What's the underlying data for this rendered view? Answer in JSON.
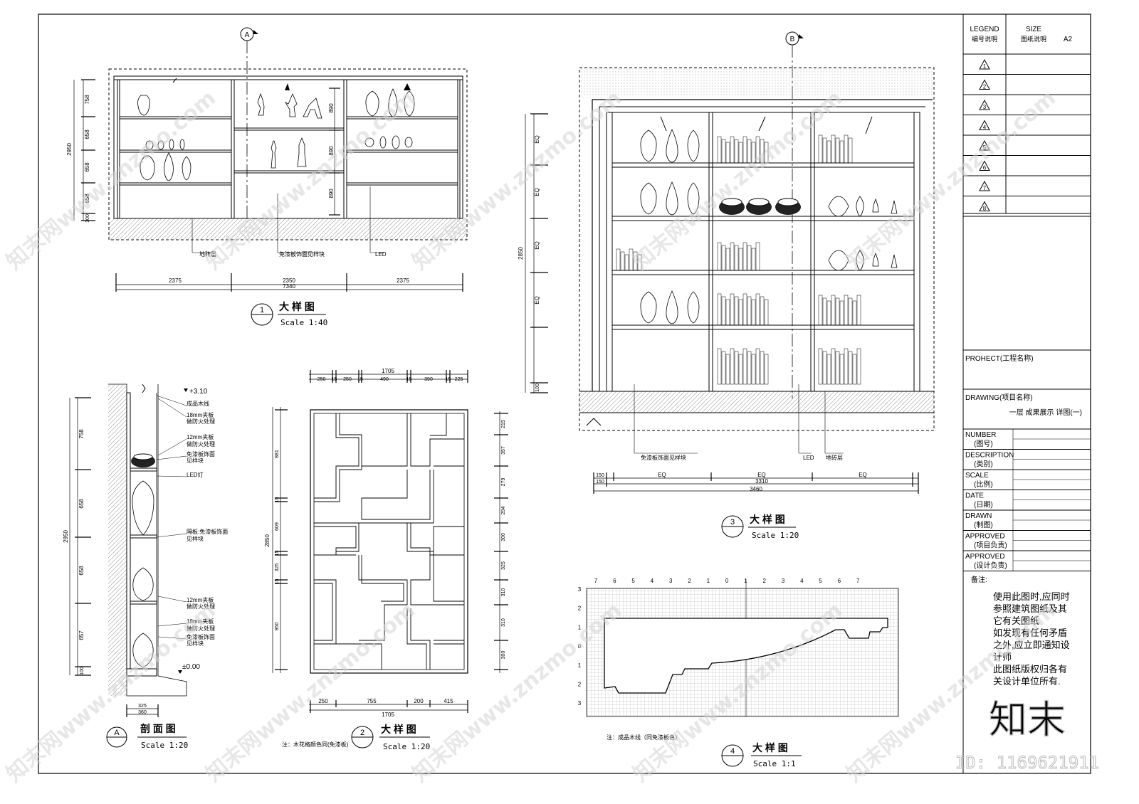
{
  "watermarks": [
    "知末网www.znzmo.com",
    "知末网www.znzmo.com",
    "知末网www.znzmo.com",
    "知末网www.znzmo.com",
    "知末网www.znzmo.com",
    "知末网www.znzmo.com",
    "知末网www.znzmo.com",
    "知末网www.znzmo.com",
    "知末网www.znzmo.com",
    "知末网www.znzmo.com"
  ],
  "brand": {
    "logo_text": "知末",
    "id_text": "ID: 1169621911"
  },
  "title_block": {
    "legend": "LEGEND",
    "legend_cn": "编号说明",
    "size": "SIZE",
    "size_cn": "图纸说明",
    "size_val": "A2",
    "legend_rows": [
      "1",
      "2",
      "3",
      "4",
      "5",
      "6",
      "7",
      "8"
    ],
    "project": "PROHECT(工程名称)",
    "drawing": "DRAWING(项目名称)",
    "drawing_name": "一层 成果展示 详图(一)",
    "fields": [
      {
        "en": "NUMBER",
        "cn": "(图号)"
      },
      {
        "en": "DESCRIPTION",
        "cn": "(类别)"
      },
      {
        "en": "SCALE",
        "cn": "(比例)"
      },
      {
        "en": "DATE",
        "cn": "(日期)"
      },
      {
        "en": "DRAWN",
        "cn": "(制图)"
      },
      {
        "en": "APPROVED",
        "cn": "(项目负责)"
      },
      {
        "en": "APPROVED",
        "cn": "(设计负责)"
      }
    ],
    "notes_label": "备注:",
    "notes": [
      "使用此图时,应同时",
      "参照建筑图纸及其",
      "它有关图纸",
      "如发现有任何矛盾",
      "之外,应立即通知设",
      "计师",
      "此图纸版权归各有",
      "关设计单位所有."
    ]
  },
  "d1": {
    "section_marker": "A",
    "title": "大 样 图",
    "scale": "Scale 1:40",
    "num": "1",
    "callouts": [
      "地砖层",
      "免漆板饰面见样块",
      "LED"
    ],
    "dims_bottom": [
      "2375",
      "2350",
      "2375"
    ],
    "dim_total": "7340",
    "dims_left": [
      "758",
      "658",
      "658",
      "658",
      "100"
    ],
    "dim_left_total": "2950",
    "dims_mid": [
      "890",
      "890",
      "890"
    ]
  },
  "d3": {
    "section_marker": "B",
    "title": "大 样 图",
    "scale": "Scale 1:20",
    "num": "3",
    "callouts": [
      "免漆板饰面见样块",
      "LED",
      "地砖层"
    ],
    "dims_left": [
      "EQ",
      "EQ",
      "EQ",
      "EQ",
      "100"
    ],
    "dim_left_total": "2850",
    "dims_bottom": [
      "150",
      "EQ",
      "EQ",
      "EQ"
    ],
    "dim_mid": "3310",
    "dim_150": "150",
    "dim_total": "3460"
  },
  "sA": {
    "marker": "A",
    "title": "剖 面 图",
    "scale": "Scale 1:20",
    "level_top": "+3.10",
    "level_bottom": "±0.00",
    "callouts": [
      "成品木线",
      "18mm夹板",
      "做防火处理",
      "12mm夹板",
      "做防火处理",
      "免漆板饰面",
      "见样块",
      "LED灯",
      "隔板:免漆板饰面",
      "见样块",
      "12mm夹板",
      "做防火处理",
      "18mm夹板",
      "做防火处理",
      "免漆板饰面",
      "见样块"
    ],
    "dims_left": [
      "758",
      "658",
      "658",
      "657",
      "100"
    ],
    "dim_left_total": "2950",
    "dims_bottom": [
      "325",
      "360"
    ]
  },
  "d2": {
    "title": "大 样 图",
    "scale": "Scale 1:20",
    "num": "2",
    "note": "注：木花格颜色同(免漆板)",
    "dims_top": [
      "250",
      "15",
      "250",
      "15",
      "490",
      "15",
      "390",
      "15",
      "225"
    ],
    "dim_top_total": "1705",
    "dims_left": [
      "881",
      "15",
      "609",
      "15",
      "325",
      "15",
      "950"
    ],
    "dim_left_total": "2850",
    "dims_right": [
      "215",
      "357",
      "279",
      "294",
      "300",
      "325",
      "310",
      "310",
      "300"
    ],
    "dims_bottom": [
      "250",
      "755",
      "200",
      "415"
    ],
    "dim_bottom_total": "1705"
  },
  "d4": {
    "title": "大 样 图",
    "scale": "Scale 1:1",
    "num": "4",
    "note": "注：成品木线（同免漆板色）",
    "top_ticks": [
      "7",
      "6",
      "5",
      "4",
      "3",
      "2",
      "1",
      "0",
      "1",
      "2",
      "3",
      "4",
      "5",
      "6",
      "7"
    ],
    "left_ticks": [
      "3",
      "2",
      "1",
      "0",
      "1",
      "2",
      "3"
    ]
  }
}
